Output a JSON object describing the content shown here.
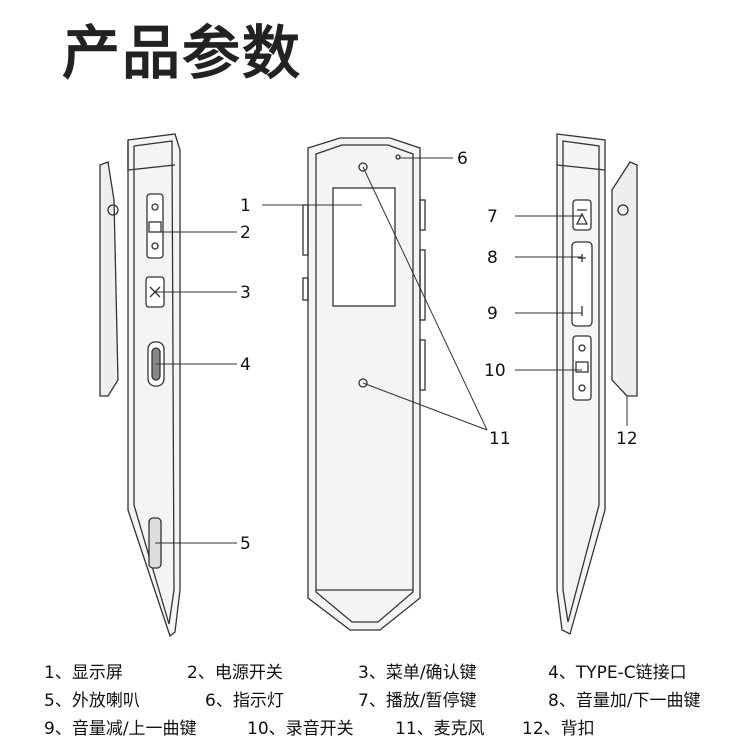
{
  "title": "产品参数",
  "callouts": [
    "1",
    "2",
    "3",
    "4",
    "5",
    "6",
    "7",
    "8",
    "9",
    "10",
    "11",
    "12"
  ],
  "legend": [
    "1、显示屏",
    "2、电源开关",
    "3、菜单/确认键",
    "4、TYPE-C链接口",
    "5、外放喇叭",
    "6、指示灯",
    "7、播放/暂停键",
    "8、音量加/下一曲键",
    "9、音量减/上一曲键",
    "10、录音开关",
    "11、麦克风",
    "12、背扣"
  ],
  "colors": {
    "line": "#333333",
    "body": "#f4f4f4",
    "title": "#222222"
  }
}
